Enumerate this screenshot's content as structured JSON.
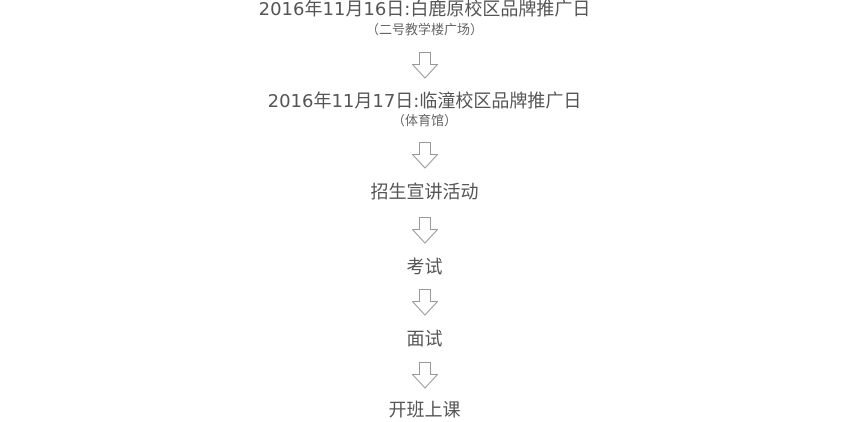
{
  "flow": {
    "steps": [
      {
        "title": "2016年11月16日:白鹿原校区品牌推广日",
        "subtitle": "（二号教学楼广场）"
      },
      {
        "title": "2016年11月17日:临潼校区品牌推广日",
        "subtitle": "（体育馆）"
      },
      {
        "title": "招生宣讲活动"
      },
      {
        "title": "考试"
      },
      {
        "title": "面试"
      },
      {
        "title": "开班上课"
      }
    ],
    "connector_icon": "hollow-down-arrow-icon",
    "colors": {
      "text": "#555555",
      "subtext": "#666666",
      "arrow_stroke": "#999999",
      "background": "#ffffff"
    }
  }
}
